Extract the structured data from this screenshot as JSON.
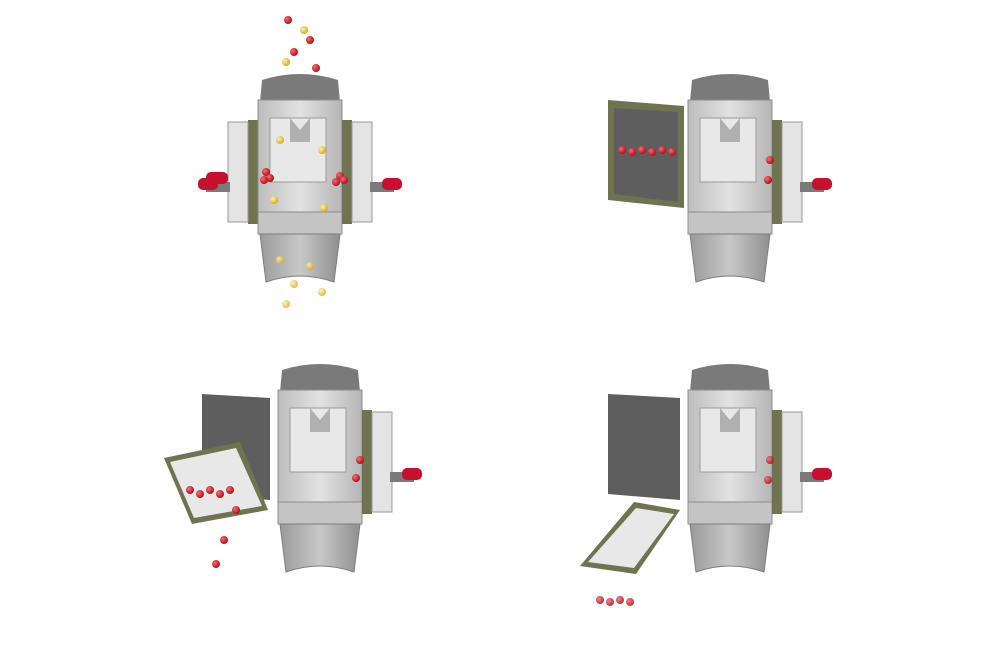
{
  "panels": [
    {
      "id": "step-1",
      "state": "closed",
      "pellets": [
        "#c8102e",
        "#e6c24a"
      ]
    },
    {
      "id": "step-2",
      "state": "left-door-open",
      "pellets": [
        "#c8102e"
      ]
    },
    {
      "id": "step-3",
      "state": "magnet-tilted",
      "pellets": [
        "#c8102e"
      ]
    },
    {
      "id": "step-4",
      "state": "magnet-down",
      "pellets": [
        "#c8102e"
      ]
    }
  ],
  "colors": {
    "housing": "#c9c9c9",
    "housing_dark": "#8a8a8a",
    "door_frame": "#6f7350",
    "magnet_plate": "#5e5e5e",
    "handle": "#c8102e",
    "red_particle": "#c8102e",
    "yellow_particle": "#e6c24a"
  }
}
